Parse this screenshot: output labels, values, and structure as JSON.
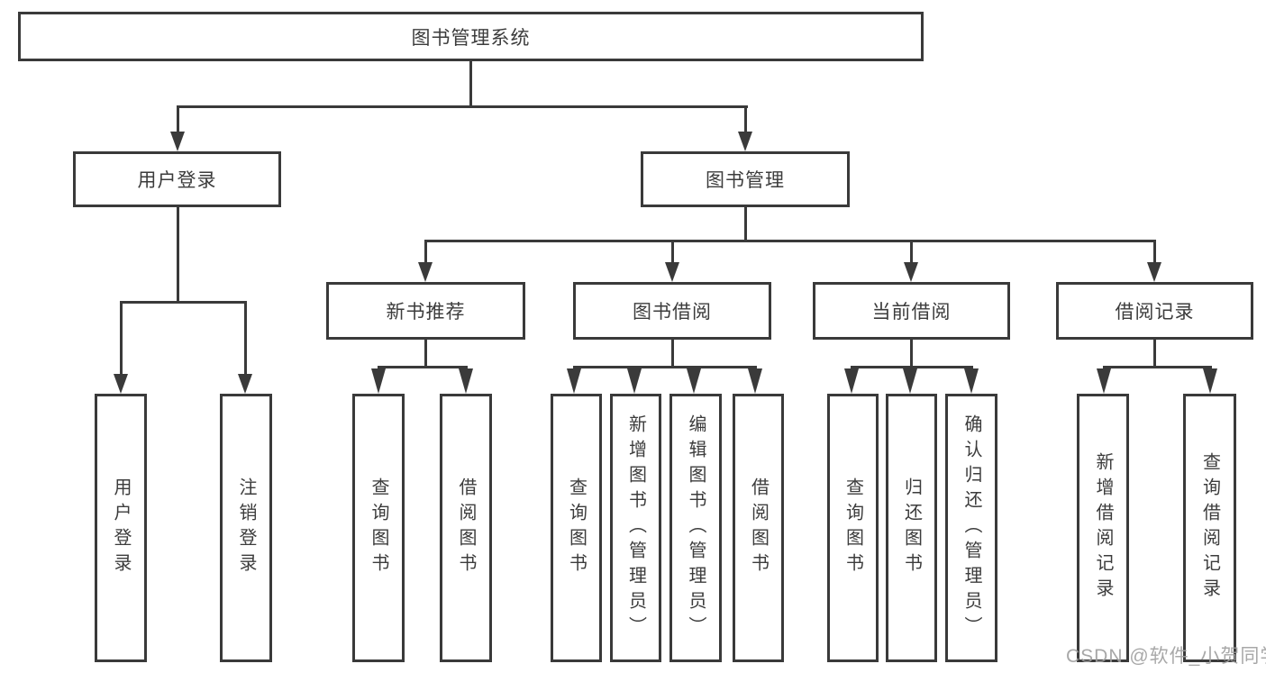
{
  "diagram": {
    "root": "图书管理系统",
    "branches": [
      {
        "label": "用户登录",
        "children": [
          "用户登录",
          "注销登录"
        ]
      },
      {
        "label": "图书管理",
        "children": [
          {
            "label": "新书推荐",
            "children": [
              "查询图书",
              "借阅图书"
            ]
          },
          {
            "label": "图书借阅",
            "children": [
              "查询图书",
              "新增图书（管理员）",
              "编辑图书（管理员）",
              "借阅图书"
            ]
          },
          {
            "label": "当前借阅",
            "children": [
              "查询图书",
              "归还图书",
              "确认归还（管理员）"
            ]
          },
          {
            "label": "借阅记录",
            "children": [
              "新增借阅记录",
              "查询借阅记录"
            ]
          }
        ]
      }
    ]
  },
  "watermark": {
    "text": "CSDN @软件_小贺同学"
  },
  "colors": {
    "line": "#3a3a3a",
    "node_border": "#3a3a3a",
    "text": "#3c3c3c",
    "watermark": "#9e9e9e",
    "background": "#ffffff"
  }
}
